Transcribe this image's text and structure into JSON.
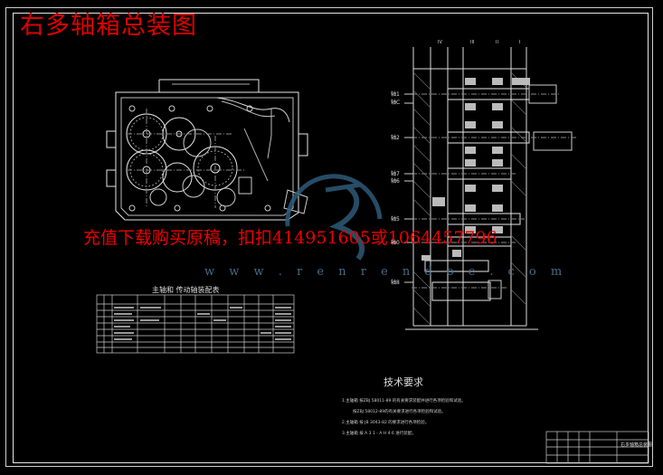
{
  "title": "右多轴箱总装图",
  "promo_text": "充值下载购买原稿，扣扣414951605或1064457796",
  "watermark_text": "w w w . r e n r e n d o c . c o m",
  "table_title": "主轴和 传动轴装配表",
  "tech_requirements": {
    "title": "技术要求",
    "lines": [
      "1.主轴箱 按ZBJ 58011-89 的有关要求装配并进行各项检验和试验。",
      "按ZBJ 58012-89的有关要求进行各项检验和试验。",
      "2.主轴箱 按 JB 3043-82 的要求进行各项检验。",
      "3.主轴箱 按 A 3 1 - A H 4 6 进行装配。"
    ]
  },
  "axis_labels": [
    "轴1",
    "轴C",
    "轴2",
    "轴7",
    "轴6",
    "轴5",
    "轴0",
    "轴8"
  ],
  "column_labels": [
    "IV",
    "III",
    "II",
    "I"
  ],
  "title_block_name": "右多轴箱总装图",
  "colors": {
    "background": "#000000",
    "line": "#e0e0e0",
    "title_red": "#e00000",
    "watermark": "#456b86"
  }
}
